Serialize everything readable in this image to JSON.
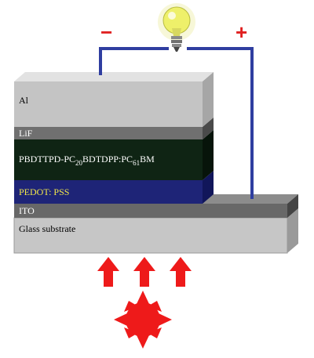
{
  "signs": {
    "negative": "−",
    "positive": "+"
  },
  "layers": {
    "al": "Al",
    "lif": "LiF",
    "active_main": "PBDTTPD-PC",
    "active_sub1": "20",
    "active_mid": "BDTDPP:PC",
    "active_sub2": "61",
    "active_end": "BM",
    "pedot": "PEDOT: PSS",
    "ito": "ITO",
    "glass": "Glass substrate"
  },
  "colors": {
    "al": "#c4c4c4",
    "lif": "#707070",
    "active": "#0f2414",
    "pedot": "#1e2477",
    "pedot_text": "#f0e64a",
    "ito": "#686868",
    "glass": "#c6c6c6",
    "wire": "#2f3ea0",
    "sign": "#e02020",
    "sun": "#ee1a1a"
  },
  "icons": [
    "light-bulb-icon",
    "sun-icon",
    "up-arrow-icon"
  ]
}
